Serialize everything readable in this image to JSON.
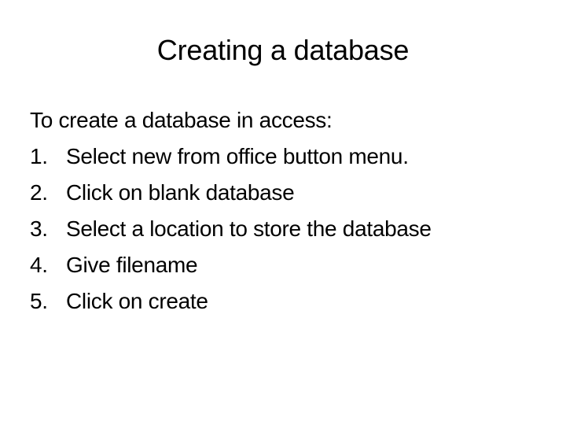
{
  "slide": {
    "title": "Creating a database",
    "intro": "To create a database in access:",
    "steps": [
      {
        "marker": "1.",
        "text": "Select new from office button menu."
      },
      {
        "marker": "2.",
        "text": "Click on blank database"
      },
      {
        "marker": "3.",
        "text": "Select a location to store the database"
      },
      {
        "marker": "4.",
        "text": "Give filename"
      },
      {
        "marker": "5.",
        "text": "Click on create"
      }
    ],
    "colors": {
      "background": "#ffffff",
      "text": "#000000"
    }
  }
}
